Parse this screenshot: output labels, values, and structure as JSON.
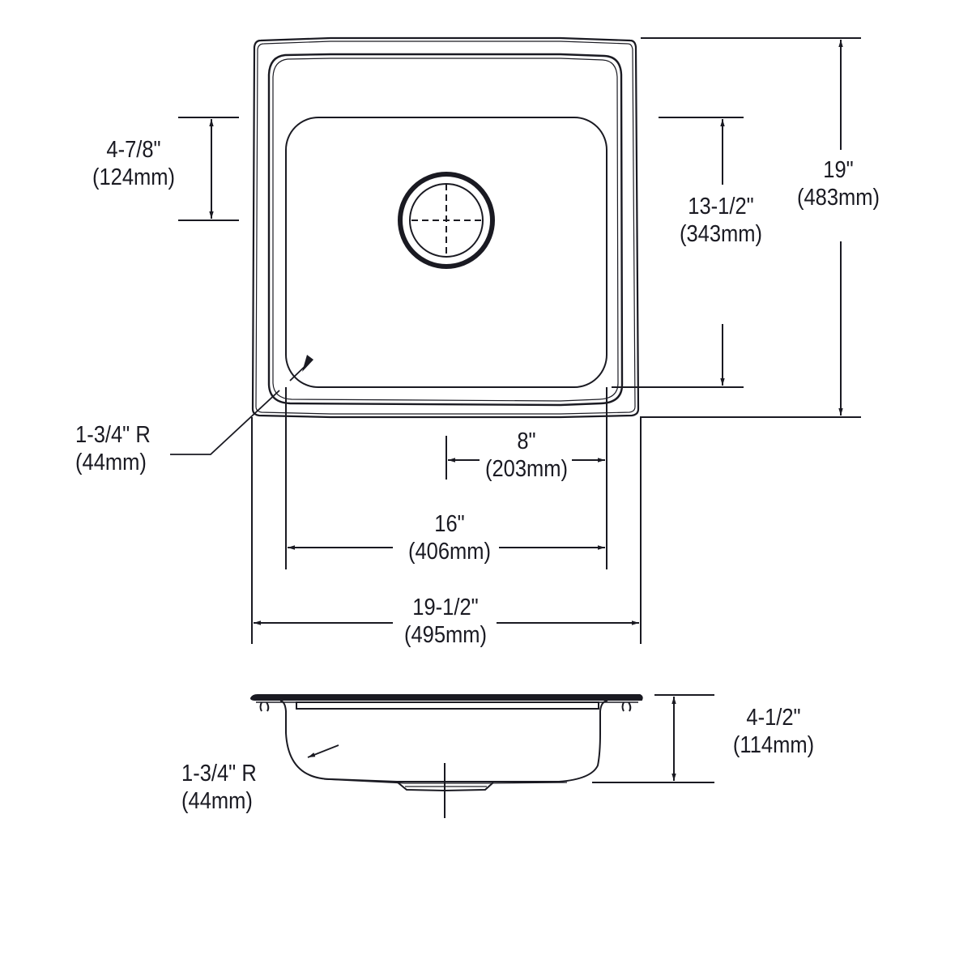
{
  "drawing": {
    "title": "Single bowl drop-in sink dimension drawing",
    "line_color": "#1a1a22",
    "background": "#ffffff"
  },
  "top_view": {
    "dimensions": {
      "drain_offset_from_top": {
        "imperial": "4-7/8\"",
        "metric": "(124mm)"
      },
      "bowl_depth_front_to_back": {
        "imperial": "13-1/2\"",
        "metric": "(343mm)"
      },
      "overall_front_to_back": {
        "imperial": "19\"",
        "metric": "(483mm)"
      },
      "corner_radius": {
        "imperial": "1-3/4\" R",
        "metric": "(44mm)"
      },
      "drain_center_to_bowl_side": {
        "imperial": "8\"",
        "metric": "(203mm)"
      },
      "bowl_width": {
        "imperial": "16\"",
        "metric": "(406mm)"
      },
      "overall_width": {
        "imperial": "19-1/2\"",
        "metric": "(495mm)"
      }
    }
  },
  "side_view": {
    "dimensions": {
      "bowl_depth": {
        "imperial": "4-1/2\"",
        "metric": "(114mm)"
      },
      "bottom_corner_radius": {
        "imperial": "1-3/4\" R",
        "metric": "(44mm)"
      }
    }
  }
}
